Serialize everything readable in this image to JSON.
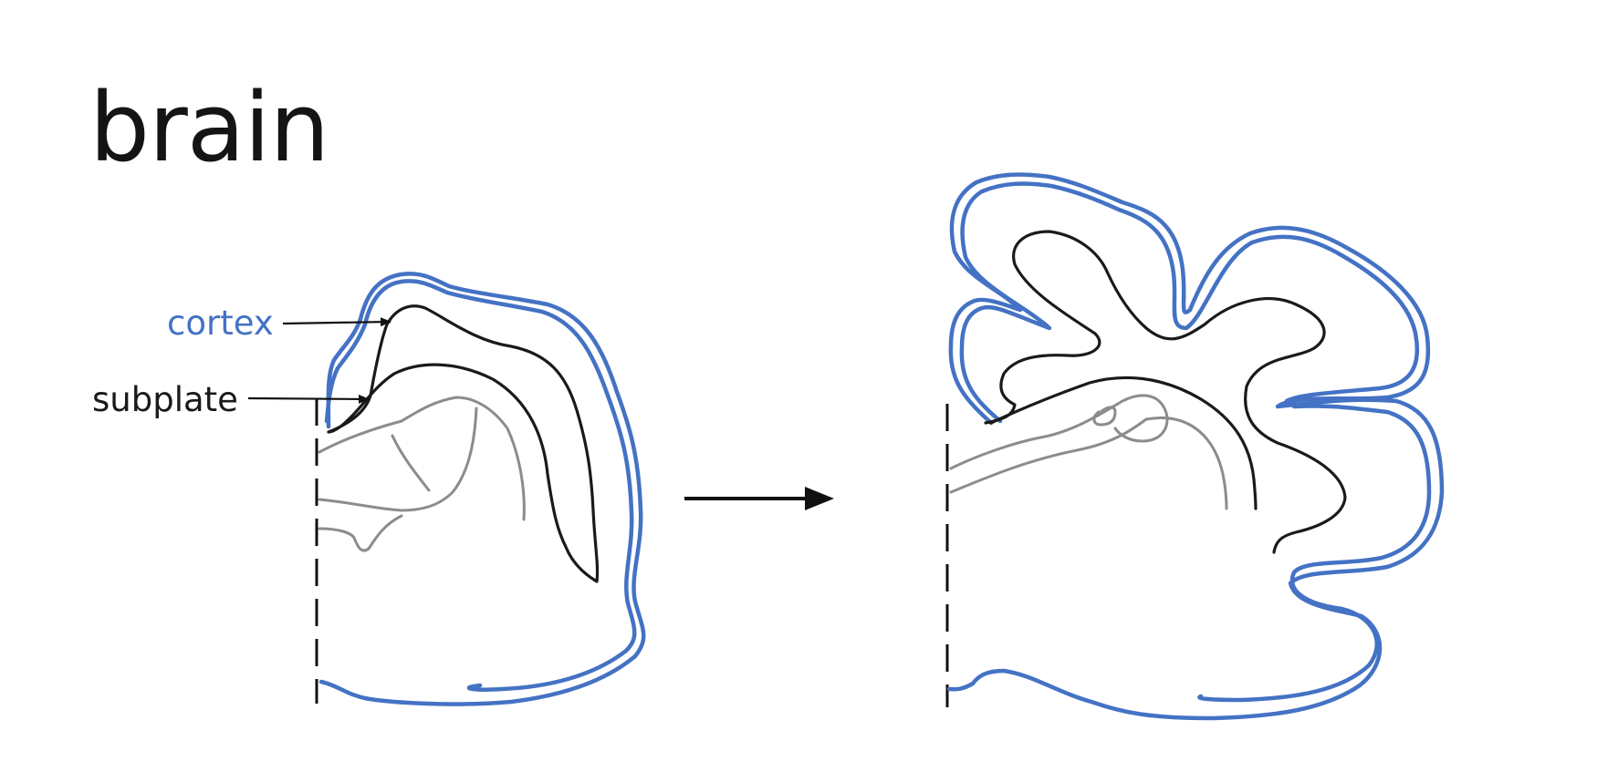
{
  "title": "brain",
  "labels": {
    "cortex": "cortex",
    "subplate": "subplate"
  },
  "colors": {
    "cortex": "#4472c4",
    "subplate": "#1a1a1a",
    "inner": "#8c8c8c",
    "arrow": "#111111",
    "midline": "#111111"
  },
  "panels": [
    {
      "id": "smooth-brain",
      "description_visible": false
    },
    {
      "id": "folded-brain",
      "description_visible": false
    }
  ],
  "transition_arrow": "right-arrow"
}
